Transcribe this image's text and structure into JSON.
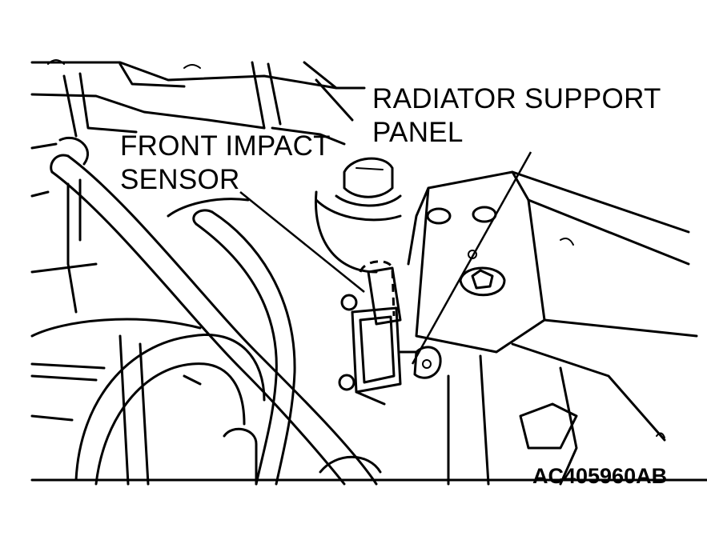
{
  "labels": {
    "front_impact_sensor": [
      "FRONT IMPACT",
      "SENSOR"
    ],
    "radiator_support_panel": [
      "RADIATOR SUPPORT",
      "PANEL"
    ]
  },
  "figure_code": "AC405960AB",
  "colors": {
    "line": "#000000",
    "background": "#ffffff"
  }
}
